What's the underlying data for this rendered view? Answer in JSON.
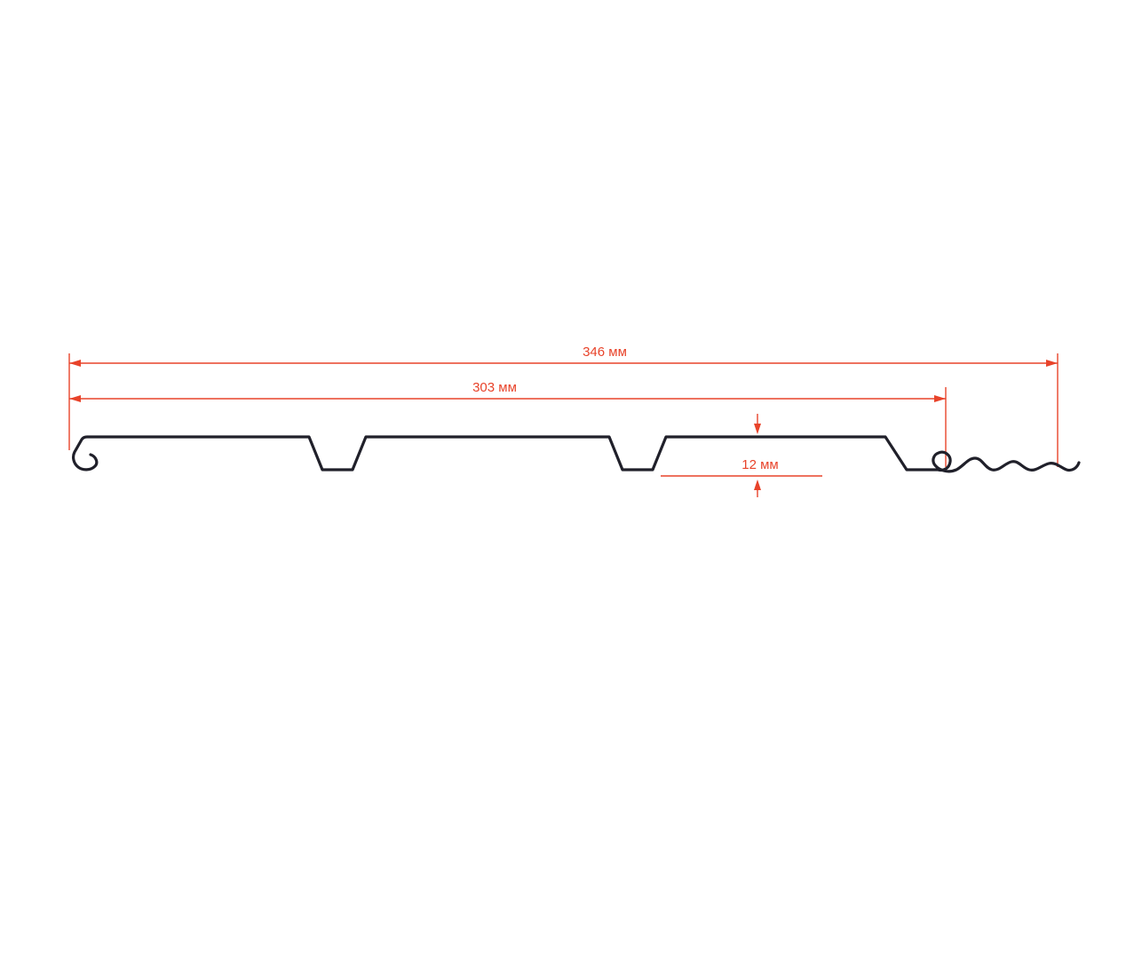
{
  "diagram": {
    "type": "technical-drawing",
    "subject": "panel-profile-cross-section",
    "dimensions": {
      "overall_width": {
        "label": "346 мм"
      },
      "working_width": {
        "label": "303 мм"
      },
      "groove_depth": {
        "label": "12 мм"
      }
    },
    "colors": {
      "dimension": "#e8432a",
      "profile": "#20202a",
      "background": "#ffffff"
    }
  }
}
